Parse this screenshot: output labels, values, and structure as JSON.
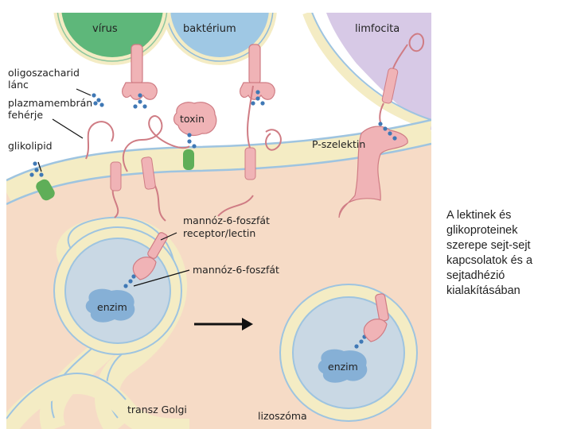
{
  "labels": {
    "virus": "vírus",
    "bacterium": "baktérium",
    "lymphocyte": "limfocita",
    "oligosaccharide": [
      "oligoszacharid",
      "lánc"
    ],
    "membrane_protein": [
      "plazmamembrán",
      "fehérje"
    ],
    "glycolipid": "glikolipid",
    "toxin": "toxin",
    "selectin": "P-szelektin",
    "m6p_receptor": [
      "mannóz-6-foszfát",
      "receptor/lectin"
    ],
    "m6p": "mannóz-6-foszfát",
    "enzyme_left": "enzim",
    "enzyme_right": "enzim",
    "golgi": "transz Golgi",
    "lysosome": "lizoszóma"
  },
  "caption": [
    "A lektinek és",
    "glikoproteinek",
    "szerepe sejt-sejt",
    "kapcsolatok és a",
    "sejtadhézió",
    "kialakításában"
  ],
  "colors": {
    "virus": "#5eb77a",
    "bacterium": "#9fc8e4",
    "lymphocyte": "#d7c9e6",
    "membrane_outer": "#f4ecc4",
    "membrane_line": "#9ec4e0",
    "cytoplasm": "#f6dbc6",
    "vesicle_lumen": "#c9d8e4",
    "protein": "#f0b3b6",
    "protein_stroke": "#cf7c84",
    "sugar": "#3f78b5",
    "glycolipid": "#5fae58",
    "enzyme": "#86b0d6"
  },
  "icons": [
    "arrow-right-icon"
  ]
}
